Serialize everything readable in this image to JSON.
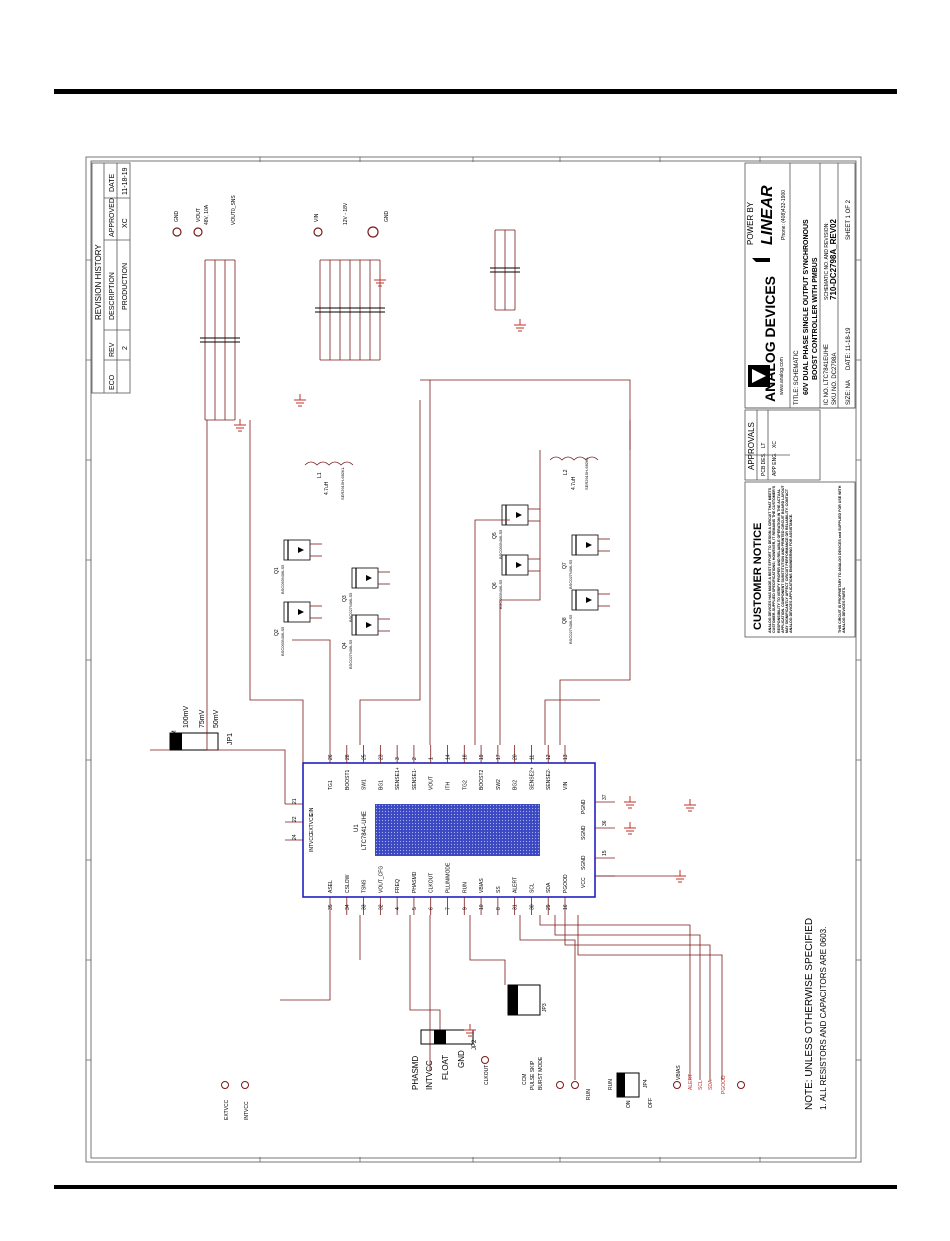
{
  "revision": {
    "title": "REVISION HISTORY",
    "headers": [
      "ECO",
      "REV",
      "DESCRIPTION",
      "APPROVED",
      "DATE"
    ],
    "row": [
      "",
      "2",
      "PRODUCTION",
      "XC",
      "11-18-19"
    ]
  },
  "notice": {
    "title": "CUSTOMER NOTICE",
    "body": "ANALOG DEVICES HAS MADE A BEST EFFORT TO DESIGN A CIRCUIT THAT MEETS CUSTOMER-SUPPLIED SPECIFICATIONS; HOWEVER, IT REMAINS THE CUSTOMER'S RESPONSIBILITY TO VERIFY PROPER AND RELIABLE OPERATION IN THE ACTUAL APPLICATION. COMPONENT SUBSTITUTION AND PRINTED CIRCUIT BOARD LAYOUT MAY SIGNIFICANTLY AFFECT CIRCUIT PERFORMANCE OR RELIABILITY. CONTACT ANALOG DEVICES APPLICATIONS ENGINEERING FOR ASSISTANCE.",
    "footer": "THIS CIRCUIT IS PROPRIETARY TO ANALOG DEVICES and SUPPLIED FOR USE WITH ANALOG DEVICES PARTS."
  },
  "approvals": {
    "title": "APPROVALS",
    "rows": [
      [
        "PCB DES.",
        "LT"
      ],
      [
        "APP ENG.",
        "XC"
      ]
    ]
  },
  "titleblock": {
    "company": "ANALOG DEVICES",
    "powered": "POWER BY",
    "brand": "LINEAR",
    "phone": "Phone: (408)432-1900",
    "web": "www.analog.com",
    "title_label": "TITLE: SCHEMATIC",
    "title_line1": "60V DUAL PHASE SINGLE OUTPUT SYNCHRONOUS",
    "title_line2": "BOOST CONTROLLER WITH PMBUS",
    "ic_no": "IC NO. LTC7841EUHE",
    "sku": "SKU NO. DC2798A",
    "sch_label": "SCHEMATIC NO. AND REVISION:",
    "sch_no": "710-DC2798A_REV02",
    "size": "SIZE: NA",
    "date": "DATE: 11-18-19",
    "sheet": "SHEET 1 OF 2"
  },
  "ic": {
    "ref": "U1",
    "part": "LTC7841-UHE",
    "left_pins": [
      {
        "num": "26",
        "name": "TG1"
      },
      {
        "num": "28",
        "name": "BOOST1"
      },
      {
        "num": "25",
        "name": "SW1"
      },
      {
        "num": "23",
        "name": "BG1"
      },
      {
        "num": "3",
        "name": "SENSE1+"
      },
      {
        "num": "2",
        "name": "SENSE1-"
      },
      {
        "num": "1",
        "name": "VOUT"
      },
      {
        "num": "14",
        "name": "ITH"
      },
      {
        "num": "18",
        "name": "TG2"
      },
      {
        "num": "19",
        "name": "BOOST2"
      },
      {
        "num": "17",
        "name": "SW2"
      },
      {
        "num": "20",
        "name": "BG2"
      },
      {
        "num": "11",
        "name": "SENSE2+"
      },
      {
        "num": "12",
        "name": "SENSE2-"
      },
      {
        "num": "13",
        "name": "VIN"
      }
    ],
    "top_pins": [
      {
        "num": "21",
        "name": "EIN"
      },
      {
        "num": "22",
        "name": "EXTVCC"
      },
      {
        "num": "24",
        "name": "INTVCC"
      }
    ],
    "bottom_pins": [
      {
        "num": "35",
        "name": "ASEL"
      },
      {
        "num": "34",
        "name": "CSLOW"
      },
      {
        "num": "33",
        "name": "TSNS"
      },
      {
        "num": "32",
        "name": "VOUT_CFG"
      },
      {
        "num": "4",
        "name": "FREQ"
      },
      {
        "num": "5",
        "name": "PHASMD"
      },
      {
        "num": "6",
        "name": "CLKOUT"
      },
      {
        "num": "7",
        "name": "PLLIN/MODE"
      },
      {
        "num": "9",
        "name": "RUN"
      },
      {
        "num": "10",
        "name": "VBIAS"
      },
      {
        "num": "8",
        "name": "SS"
      },
      {
        "num": "31",
        "name": "ALERT"
      },
      {
        "num": "30",
        "name": "SCL"
      },
      {
        "num": "29",
        "name": "SDA"
      },
      {
        "num": "16",
        "name": "PGOOD"
      }
    ],
    "right_pins": [
      {
        "num": "37",
        "name": "PGND"
      },
      {
        "num": "36",
        "name": "SGND"
      },
      {
        "num": "15",
        "name": "SGND"
      },
      {
        "num": "",
        "name": "VCC"
      }
    ]
  },
  "mosfets": [
    {
      "ref": "Q1",
      "part": "BSC093N06LS5"
    },
    {
      "ref": "Q2",
      "part": "BSC093N06LS5"
    },
    {
      "ref": "Q3",
      "part": "BSC027N06LS5"
    },
    {
      "ref": "Q4",
      "part": "BSC027N06LS5"
    },
    {
      "ref": "Q5",
      "part": "BSC093N06LS5"
    },
    {
      "ref": "Q6",
      "part": "BSC093N06LS5"
    },
    {
      "ref": "Q7",
      "part": "BSC027N06LS5"
    },
    {
      "ref": "Q8",
      "part": "BSC027N06LS5"
    }
  ],
  "inductors": [
    {
      "ref": "L1",
      "value": "4.7uH",
      "part": "SER2915H-682KL"
    },
    {
      "ref": "L2",
      "value": "4.7uH",
      "part": "SER2915H-682KL"
    }
  ],
  "io_labels": {
    "vout": "VOUT",
    "vout_spec": "48V, 10A",
    "vout_sns": "VOUT0_SNS",
    "vin": "VIN",
    "vin_spec": "12V - 18V",
    "gnd": "GND",
    "extvcc": "EXTVCC",
    "intvcc": "INTVCC",
    "clkout": "CLKOUT",
    "run": "RUN",
    "pgood": "PGOOD",
    "alert": "ALERT",
    "scl": "SCL",
    "sda": "SDA",
    "vbias": "VBIAS"
  },
  "jumpers": {
    "jp1": {
      "ref": "JP1",
      "label": "ILIM",
      "opts": [
        "100mV",
        "75mV",
        "50mV"
      ]
    },
    "jp2": {
      "ref": "JP2",
      "label": "PHASMD",
      "opts": [
        "INTVCC",
        "FLOAT",
        "GND"
      ]
    },
    "jp3": {
      "ref": "JP3",
      "label": "CCM",
      "opts": [
        "PULSE SKIP",
        "BURST MODE"
      ]
    },
    "jp4": {
      "ref": "JP4",
      "label": "RUN",
      "opts": [
        "ON",
        "OFF"
      ]
    }
  },
  "note_title": "NOTE: UNLESS OTHERWISE SPECIFIED",
  "note_1": "1. ALL RESISTORS AND CAPACITORS ARE 0603."
}
